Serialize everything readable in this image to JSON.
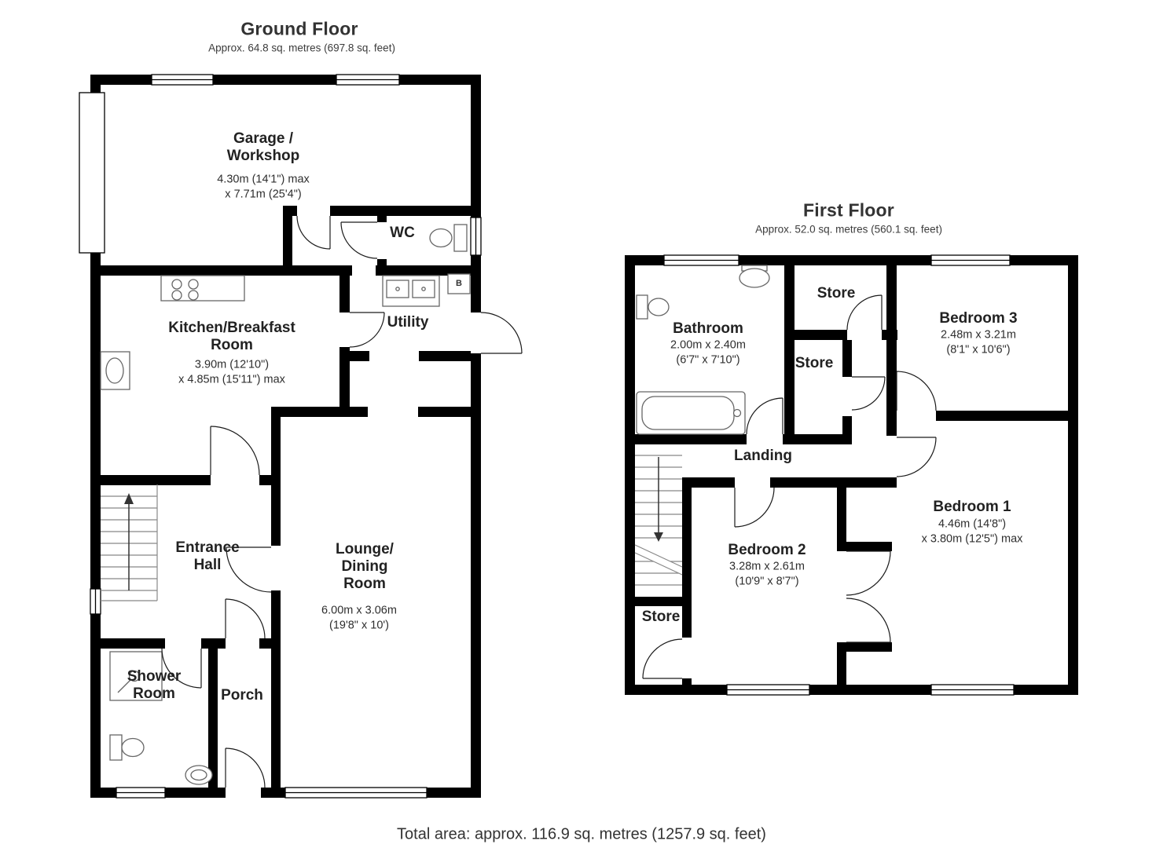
{
  "ground_floor": {
    "title": "Ground Floor",
    "subtitle": "Approx. 64.8 sq. metres (697.8 sq. feet)",
    "rooms": {
      "garage": {
        "name": "Garage /\nWorkshop",
        "dims": "4.30m (14'1\") max\nx 7.71m (25'4\")"
      },
      "wc": {
        "name": "WC"
      },
      "kitchen": {
        "name": "Kitchen/Breakfast\nRoom",
        "dims": "3.90m (12'10\")\nx 4.85m (15'11\") max"
      },
      "utility": {
        "name": "Utility"
      },
      "hall": {
        "name": "Entrance\nHall"
      },
      "lounge": {
        "name": "Lounge/\nDining\nRoom",
        "dims": "6.00m x 3.06m\n(19'8\" x 10')"
      },
      "shower": {
        "name": "Shower\nRoom"
      },
      "porch": {
        "name": "Porch"
      },
      "boiler": {
        "label": "B"
      }
    }
  },
  "first_floor": {
    "title": "First Floor",
    "subtitle": "Approx. 52.0 sq. metres (560.1 sq. feet)",
    "rooms": {
      "bathroom": {
        "name": "Bathroom",
        "dims": "2.00m x 2.40m\n(6'7\" x 7'10\")"
      },
      "store_top": {
        "name": "Store"
      },
      "store_mid": {
        "name": "Store"
      },
      "bedroom3": {
        "name": "Bedroom 3",
        "dims": "2.48m x 3.21m\n(8'1\" x 10'6\")"
      },
      "landing": {
        "name": "Landing"
      },
      "bedroom2": {
        "name": "Bedroom 2",
        "dims": "3.28m x 2.61m\n(10'9\" x 8'7\")"
      },
      "bedroom1": {
        "name": "Bedroom 1",
        "dims": "4.46m (14'8\")\nx 3.80m (12'5\") max"
      },
      "store_bottom": {
        "name": "Store"
      }
    }
  },
  "footer": {
    "total_area": "Total area: approx. 116.9 sq. metres (1257.9 sq. feet)"
  },
  "colors": {
    "wall": "#000000",
    "fixture": "#666666",
    "text": "#222222"
  }
}
